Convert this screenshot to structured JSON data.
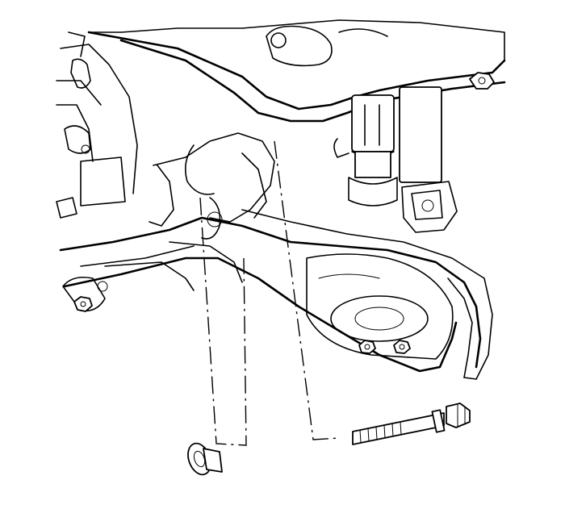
{
  "figure": {
    "kind": "technical exploded line illustration",
    "components": [
      {
        "name": "vehicle-frame-rail"
      },
      {
        "name": "rear-suspension-knuckle"
      },
      {
        "name": "lower-control-arm"
      },
      {
        "name": "shock-absorber"
      },
      {
        "name": "coil-spring-seat"
      },
      {
        "name": "flange-bolt"
      },
      {
        "name": "flange-nut"
      }
    ],
    "leader_style": "dash-dot",
    "line_color": "#000000",
    "background_color": "#ffffff"
  }
}
